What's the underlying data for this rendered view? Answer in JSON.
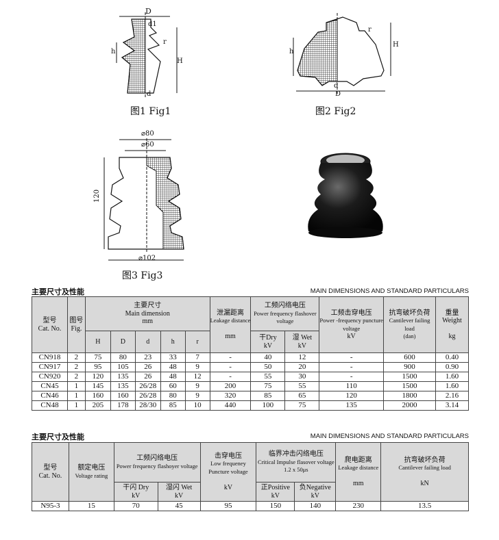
{
  "figures": {
    "fig1": {
      "caption": "图1 Fig1",
      "labels": {
        "D": "D",
        "d1": "d1",
        "r": "r",
        "h": "h",
        "H": "H",
        "d": "d"
      }
    },
    "fig2": {
      "caption": "图2 Fig2",
      "labels": {
        "r": "r",
        "h": "h",
        "H": "H",
        "d": "d",
        "D": "D"
      }
    },
    "fig3": {
      "caption": "图3 Fig3",
      "labels": {
        "d80": "⌀80",
        "d60": "⌀60",
        "h120": "120",
        "d102": "⌀102"
      }
    }
  },
  "table1": {
    "title_cn": "主要尺寸及性能",
    "title_en": "MAIN DIMENSIONS AND STANDARD PARTICULARS",
    "headers": {
      "cat_cn": "型号",
      "cat_en": "Cat. No.",
      "fig_cn": "图号",
      "fig_en": "Fig.",
      "main_cn": "主要尺寸",
      "main_en": "Main dimension",
      "main_unit": "mm",
      "sub": [
        "H",
        "D",
        "d",
        "h",
        "r"
      ],
      "leak_cn": "泄漏距离",
      "leak_en": "Leakage distance",
      "leak_unit": "mm",
      "pf_cn": "工频闪络电压",
      "pf_en": "Power frequency flashover voltage",
      "dry": "干Dry",
      "wet": "湿 Wet",
      "kv": "kV",
      "punct_cn": "工频击穿电压",
      "punct_en": "Power -frequency puncture voltage",
      "punct_unit": "kV",
      "cant_cn": "抗弯破坏负荷",
      "cant_en": "Cantilever failing load",
      "cant_unit": "(dan)",
      "wt_cn": "重量",
      "wt_en": "Weight",
      "wt_unit": "kg"
    },
    "rows": [
      [
        "CN918",
        "2",
        "75",
        "80",
        "23",
        "33",
        "7",
        "-",
        "40",
        "12",
        "-",
        "600",
        "0.40"
      ],
      [
        "CN917",
        "2",
        "95",
        "105",
        "26",
        "48",
        "9",
        "-",
        "50",
        "20",
        "-",
        "900",
        "0.90"
      ],
      [
        "CN920",
        "2",
        "120",
        "135",
        "26",
        "48",
        "12",
        "-",
        "55",
        "30",
        "-",
        "1500",
        "1.60"
      ],
      [
        "CN45",
        "1",
        "145",
        "135",
        "26/28",
        "60",
        "9",
        "200",
        "75",
        "55",
        "110",
        "1500",
        "1.60"
      ],
      [
        "CN46",
        "1",
        "160",
        "160",
        "26/28",
        "80",
        "9",
        "320",
        "85",
        "65",
        "120",
        "1800",
        "2.16"
      ],
      [
        "CN48",
        "1",
        "205",
        "178",
        "28/30",
        "85",
        "10",
        "440",
        "100",
        "75",
        "135",
        "2000",
        "3.14"
      ]
    ]
  },
  "table2": {
    "title_cn": "主要尺寸及性能",
    "title_en": "MAIN DIMENSIONS AND STANDARD PARTICULARS",
    "headers": {
      "cat_cn": "型号",
      "cat_en": "Cat. No.",
      "rv_cn": "额定电压",
      "rv_en": "Voltage rating",
      "pf_cn": "工频闪络电压",
      "pf_en": "Power frequency flashoyer voltage",
      "dry": "干闪 Dry",
      "wet": "湿闪 Wet",
      "kv": "kV",
      "pv_cn": "击穿电压",
      "pv_en": "Low frequeney Puncture voltage",
      "pv_unit": "kV",
      "imp_cn": "临界冲击闪络电压",
      "imp_en": "Critical Impulse flasover voltage",
      "imp_wave": "1.2 x 50μs",
      "pos": "正Positive",
      "neg": "负Negative",
      "leak_cn": "爬电距离",
      "leak_en": "Leakage distance",
      "leak_unit": "mm",
      "cant_cn": "抗弯破坏负荷",
      "cant_en": "Cantilever failing load",
      "cant_unit": "kN"
    },
    "rows": [
      [
        "N95-3",
        "15",
        "70",
        "45",
        "95",
        "150",
        "140",
        "230",
        "13.5"
      ]
    ]
  }
}
